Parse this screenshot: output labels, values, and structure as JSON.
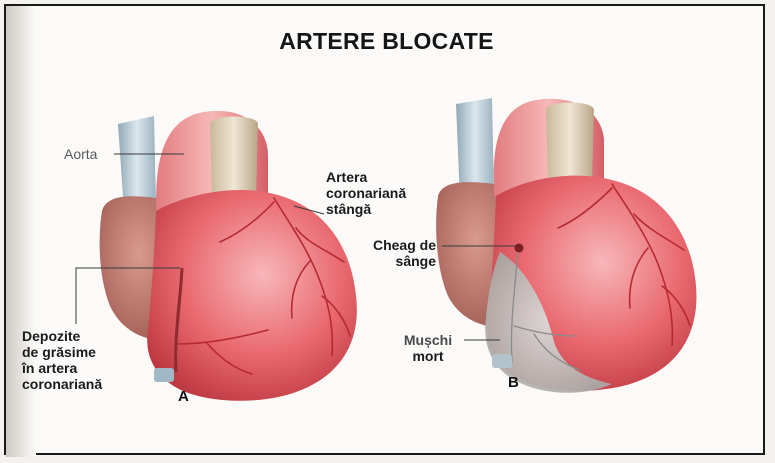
{
  "title": "ARTERE BLOCATE",
  "labels": {
    "aorta": "Aorta",
    "left_coronary": [
      "Artera",
      "coronariană",
      "stângă"
    ],
    "fat_deposits": [
      "Depozite",
      "de grăsime",
      "în artera",
      "coronariană"
    ],
    "blood_clot": [
      "Cheag de",
      "sânge"
    ],
    "dead_muscle": [
      "Mușchi",
      "mort"
    ]
  },
  "panels": {
    "a": "A",
    "b": "B"
  },
  "colors": {
    "heart": "#e8616a",
    "heart_light": "#f7b0b3",
    "aorta": "#e4d7c2",
    "vein": "#b9cdd8",
    "dead_tissue": "#c9c6c3",
    "vessel": "#c0392b"
  }
}
